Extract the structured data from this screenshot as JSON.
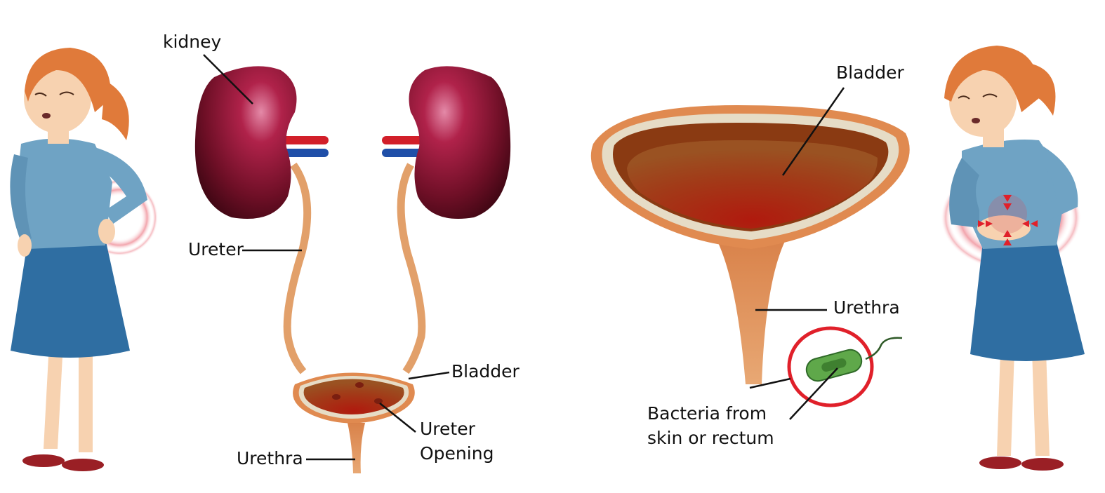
{
  "diagram": {
    "subject": "Urinary tract infection anatomy",
    "left_panel": {
      "labels": {
        "kidney": "kidney",
        "ureter": "Ureter",
        "bladder": "Bladder",
        "ureter_opening_line1": "Ureter",
        "ureter_opening_line2": "Opening",
        "urethra": "Urethra"
      }
    },
    "right_panel": {
      "labels": {
        "bladder": "Bladder",
        "urethra": "Urethra",
        "bacteria_line1": "Bacteria from",
        "bacteria_line2": "skin or rectum"
      }
    },
    "figures": {
      "left_woman": "woman holding lower back in pain",
      "right_woman": "woman holding abdomen in pain"
    },
    "colors": {
      "kidney": "#8a1230",
      "artery": "#d21f2a",
      "vein": "#1f4fa8",
      "ureter": "#e2a06a",
      "bladder_wall": "#e08a50",
      "bladder_lining": "#e6dcc6",
      "bladder_inner": "#9a3a12",
      "bacteria": "#5fa84a",
      "highlight_circle": "#e0202a",
      "shirt": "#6fa3c4",
      "skirt": "#2f6ea2",
      "hair": "#e07a3a",
      "skin": "#f7d2b0",
      "shoes": "#9a1f25",
      "pain_glow": "#f0a0a8"
    }
  }
}
